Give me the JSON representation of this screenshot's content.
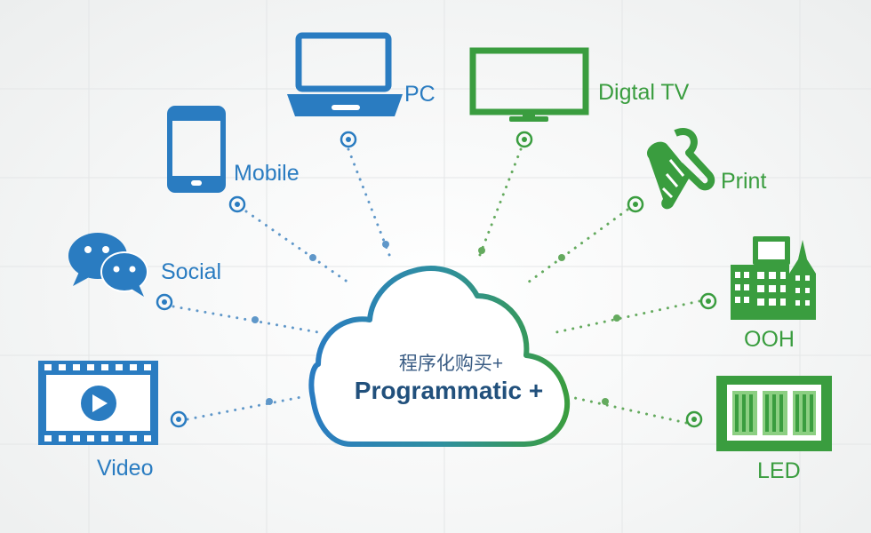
{
  "center": {
    "title_cn": "程序化购买+",
    "title_en": "Programmatic +"
  },
  "channels": {
    "pc": {
      "label": "PC",
      "icon": "laptop-icon"
    },
    "mobile": {
      "label": "Mobile",
      "icon": "tablet-icon"
    },
    "social": {
      "label": "Social",
      "icon": "chat-bubbles-icon"
    },
    "video": {
      "label": "Video",
      "icon": "video-film-icon"
    },
    "tv": {
      "label": "Digtal TV",
      "icon": "monitor-icon"
    },
    "print": {
      "label": "Print",
      "icon": "scroll-icon"
    },
    "ooh": {
      "label": "OOH",
      "icon": "buildings-icon"
    },
    "led": {
      "label": "LED",
      "icon": "led-panel-icon"
    }
  },
  "colors": {
    "blue": "#2a7cc1",
    "green": "#3a9d3f",
    "dots_blue": "#5f97c9",
    "dots_green": "#64aa5e"
  }
}
